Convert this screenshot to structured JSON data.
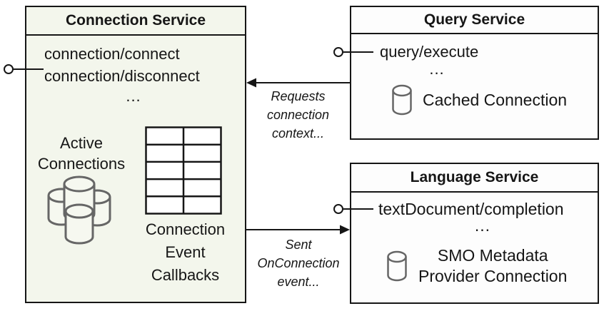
{
  "connection_service": {
    "title": "Connection Service",
    "methods": [
      "connection/connect",
      "connection/disconnect"
    ],
    "ellipsis": "...",
    "active_connections": [
      "Active",
      "Connections"
    ],
    "callbacks_label": [
      "Connection",
      "Event",
      "Callbacks"
    ]
  },
  "query_service": {
    "title": "Query Service",
    "methods": [
      "query/execute"
    ],
    "ellipsis": "...",
    "cached_connection": "Cached Connection"
  },
  "language_service": {
    "title": "Language Service",
    "methods": [
      "textDocument/completion"
    ],
    "ellipsis": "...",
    "smo_connection": [
      "SMO Metadata",
      "Provider Connection"
    ]
  },
  "arrows": {
    "requests_label": [
      "Requests",
      "connection",
      "context..."
    ],
    "sent_label": [
      "Sent",
      "OnConnection",
      "event..."
    ]
  },
  "colors": {
    "connection_box_fill": "#f3f6ec",
    "service_box_fill": "#fdfdfd",
    "border": "#161616",
    "icon_stroke": "#666666"
  }
}
